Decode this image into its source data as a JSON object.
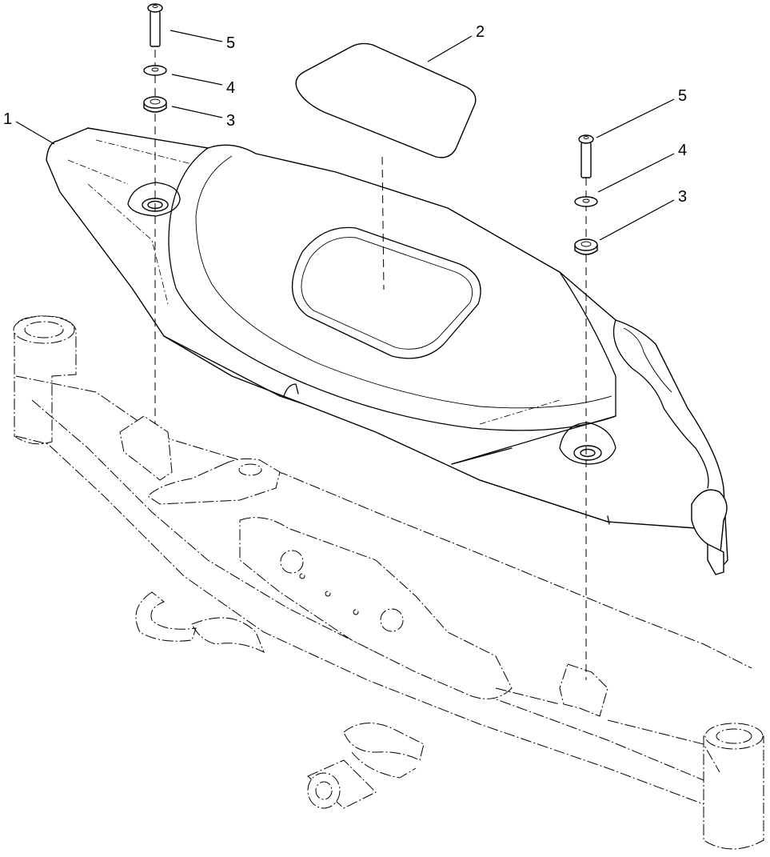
{
  "callouts": {
    "c1": "1",
    "c2": "2",
    "c3_left": "3",
    "c4_left": "4",
    "c5_left": "5",
    "c3_right": "3",
    "c4_right": "4",
    "c5_right": "5"
  }
}
